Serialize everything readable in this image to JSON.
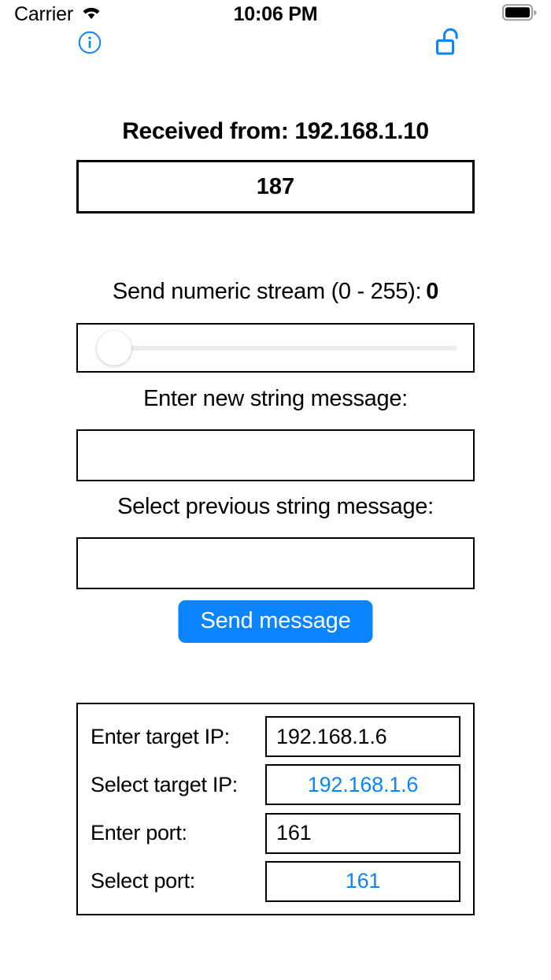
{
  "status_bar": {
    "carrier": "Carrier",
    "time": "10:06 PM",
    "wifi_icon": "wifi-icon",
    "battery_icon": "battery-full-icon"
  },
  "toolbar": {
    "info_icon": "info-circle-icon",
    "lock_icon": "unlocked-padlock-icon",
    "accent_color": "#0a84ff"
  },
  "received": {
    "title": "Received from: 192.168.1.10",
    "value": "187"
  },
  "numeric_stream": {
    "label": "Send numeric stream (0 - 255):",
    "value": "0",
    "min": 0,
    "max": 255,
    "current": 0
  },
  "string_message": {
    "new_label": "Enter new string message:",
    "new_value": "",
    "new_placeholder": "",
    "previous_label": "Select previous string message:",
    "previous_value": "",
    "previous_placeholder": ""
  },
  "send_button": {
    "label": "Send message",
    "color": "#0a84ff"
  },
  "settings": {
    "rows": [
      {
        "label": "Enter target IP:",
        "value": "192.168.1.6",
        "kind": "entry"
      },
      {
        "label": "Select target IP:",
        "value": "192.168.1.6",
        "kind": "picker"
      },
      {
        "label": "Enter port:",
        "value": "161",
        "kind": "entry"
      },
      {
        "label": "Select port:",
        "value": "161",
        "kind": "picker"
      }
    ],
    "picker_color": "#0a84ff"
  }
}
